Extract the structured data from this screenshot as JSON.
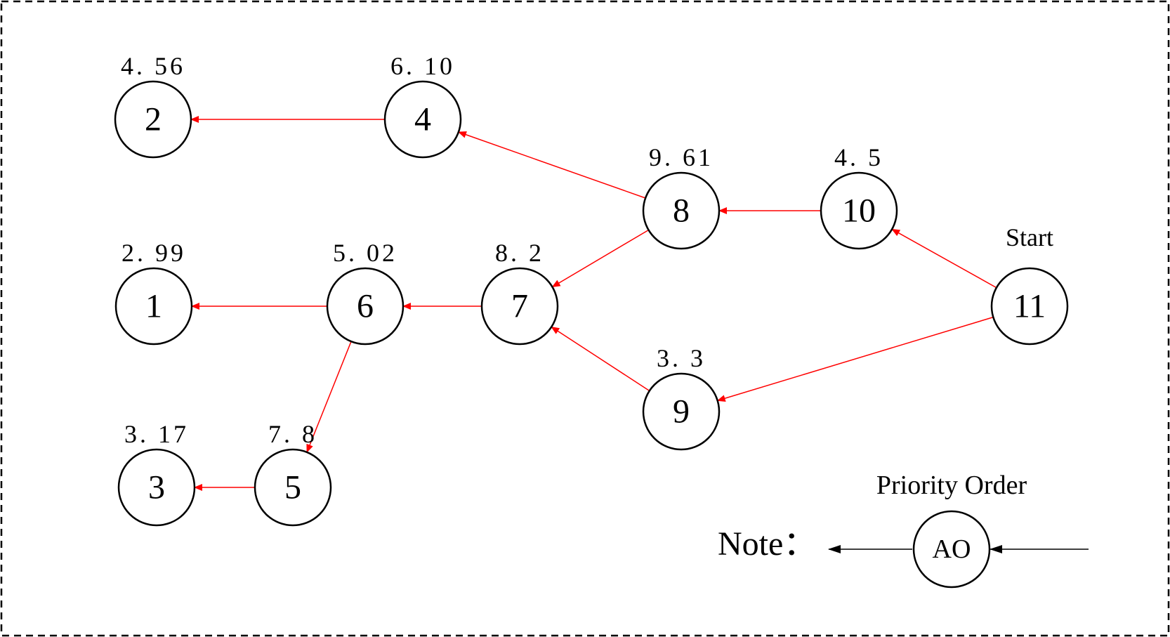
{
  "diagram": {
    "edge_color": "#ff0000",
    "legend_color": "#000000",
    "nodes": [
      {
        "id": "1",
        "label": "1",
        "value": "2.99"
      },
      {
        "id": "2",
        "label": "2",
        "value": "4.56"
      },
      {
        "id": "3",
        "label": "3",
        "value": "3.17"
      },
      {
        "id": "4",
        "label": "4",
        "value": "6.10"
      },
      {
        "id": "5",
        "label": "5",
        "value": "7.8"
      },
      {
        "id": "6",
        "label": "6",
        "value": "5.02"
      },
      {
        "id": "7",
        "label": "7",
        "value": "8.2"
      },
      {
        "id": "8",
        "label": "8",
        "value": "9.61"
      },
      {
        "id": "9",
        "label": "9",
        "value": "3.3"
      },
      {
        "id": "10",
        "label": "10",
        "value": "4.5"
      },
      {
        "id": "11",
        "label": "11",
        "value": "",
        "tag": "Start"
      }
    ],
    "edges": [
      {
        "from": "11",
        "to": "10"
      },
      {
        "from": "11",
        "to": "9"
      },
      {
        "from": "10",
        "to": "8"
      },
      {
        "from": "8",
        "to": "4"
      },
      {
        "from": "8",
        "to": "7"
      },
      {
        "from": "9",
        "to": "7"
      },
      {
        "from": "4",
        "to": "2"
      },
      {
        "from": "7",
        "to": "6"
      },
      {
        "from": "6",
        "to": "1"
      },
      {
        "from": "6",
        "to": "5"
      },
      {
        "from": "5",
        "to": "3"
      }
    ]
  },
  "legend": {
    "note_label": "Note：",
    "title": "Priority Order",
    "node_label": "AO"
  }
}
